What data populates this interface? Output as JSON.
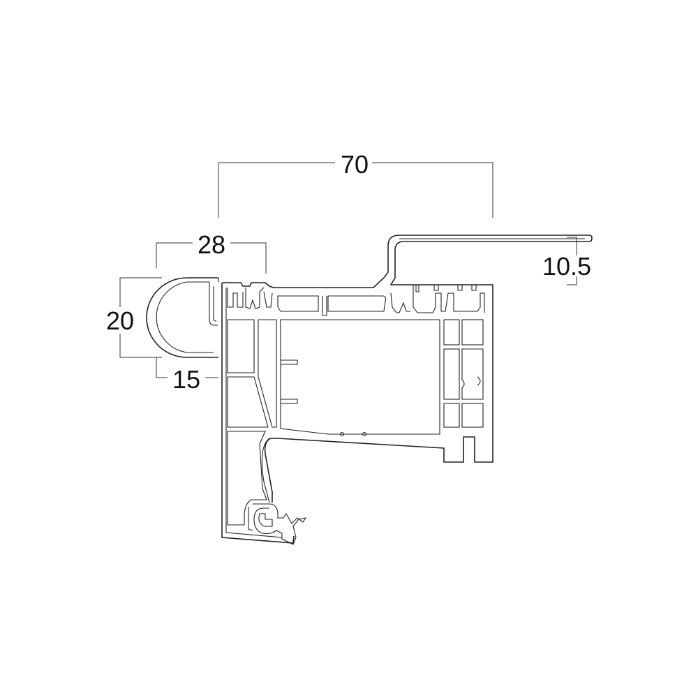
{
  "drawing": {
    "dimensions": {
      "overall_width": "70",
      "profile_width": "28",
      "bead_height": "20",
      "bead_offset": "15",
      "flange_height": "10.5"
    },
    "colors": {
      "stroke": "#222222",
      "background": "#ffffff"
    }
  }
}
